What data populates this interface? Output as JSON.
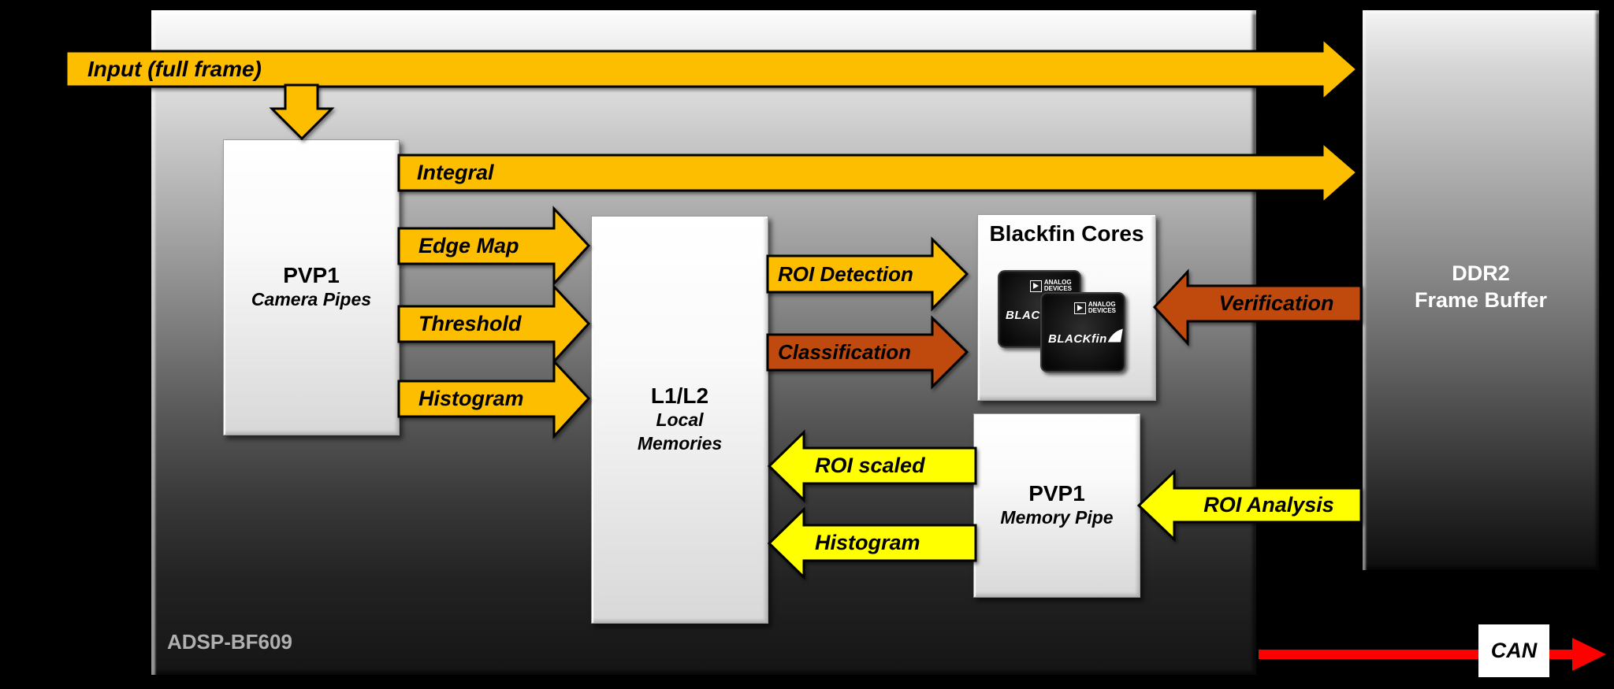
{
  "soc": {
    "label": "ADSP-BF609"
  },
  "blocks": {
    "pvp1_camera": {
      "title": "PVP1",
      "subtitle": "Camera Pipes"
    },
    "l1l2": {
      "title": "L1/L2",
      "subtitle_line1": "Local",
      "subtitle_line2": "Memories"
    },
    "blackfin": {
      "title": "Blackfin Cores"
    },
    "pvp1_memory": {
      "title": "PVP1",
      "subtitle": "Memory Pipe"
    },
    "ddr2": {
      "title_line1": "DDR2",
      "title_line2": "Frame Buffer"
    }
  },
  "chip_logo": {
    "brand_line1": "ANALOG",
    "brand_line2": "DEVICES",
    "product": "BLACKfin"
  },
  "arrows": {
    "input": "Input (full frame)",
    "integral": "Integral",
    "edge_map": "Edge Map",
    "threshold": "Threshold",
    "histogram_camera": "Histogram",
    "roi_detection": "ROI Detection",
    "classification": "Classification",
    "verification": "Verification",
    "roi_scaled": "ROI scaled",
    "histogram_memory": "Histogram",
    "roi_analysis": "ROI Analysis",
    "can": "CAN"
  },
  "colors": {
    "arrow_orange": "#FDBE00",
    "arrow_rust": "#C04A0E",
    "arrow_yellow": "#FFFF00",
    "arrow_red": "#FF0000",
    "soc_label_gray": "#B0B0B0",
    "background": "#000000"
  }
}
